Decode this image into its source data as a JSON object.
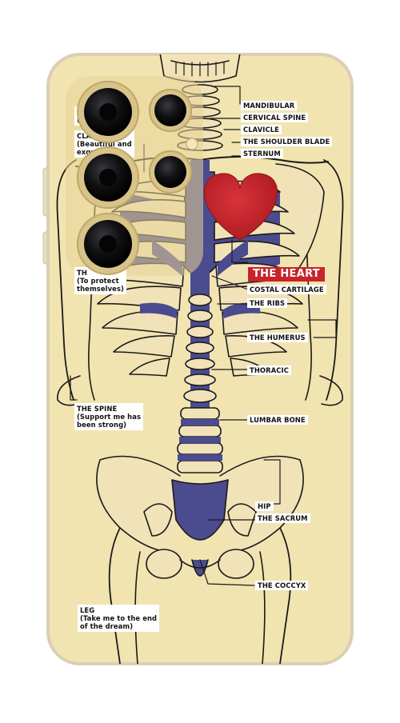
{
  "colors": {
    "case": "#f1e4b0",
    "bone": "#f2e2b8",
    "outline": "#1a1a1a",
    "blue": "#4b4b8f",
    "heart": "#c8232b",
    "lens": "#0c0c0c",
    "camera_ring": "#e9d49a"
  },
  "icons": [
    "camera-lens-icon",
    "heart-icon",
    "flash-icon"
  ],
  "labels": {
    "mandibular": "MANDIBULAR",
    "cervical_spine": "CERVICAL SPINE",
    "clavicle": "CLAVICLE",
    "shoulder_blade": "THE SHOULDER BLADE",
    "sternum": "STERNUM",
    "the_heart": "THE HEART",
    "costal_cartilage": "COSTAL CARTILAGE",
    "the_ribs": "THE RIBS",
    "humerus": "THE HUMERUS",
    "thoracic": "THORACIC",
    "lumbar_bone": "LUMBAR BONE",
    "hip": "HIP",
    "sacrum": "THE SACRUM",
    "coccyx": "THE COCCYX",
    "spine": "THE SPINE\n(Support me has\nbeen strong)",
    "leg": "LEG\n(Take me to the end\nof the dream)",
    "clavicle_left_partial": "CLAV\n(Beautiful and\nexqu",
    "ribs_left_partial": "TH\n(To protect\nthemselves)",
    "mandible_left_partial": "N\n(S"
  }
}
